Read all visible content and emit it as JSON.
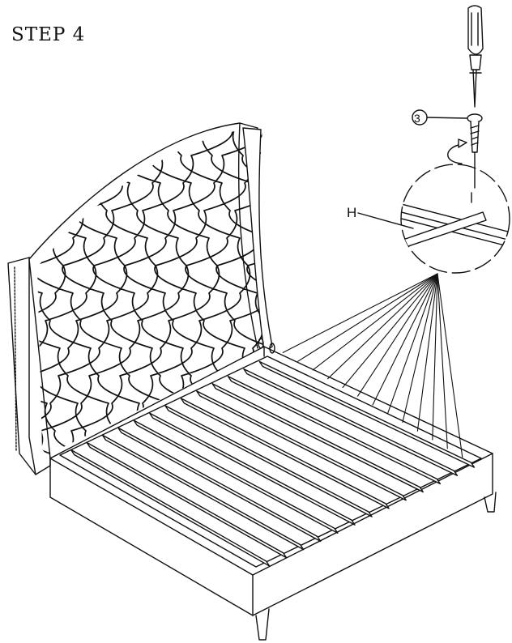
{
  "step_title": "STEP 4",
  "part_label_H": "H",
  "part_label_screw": "3",
  "colors": {
    "line": "#111111",
    "background": "#ffffff"
  },
  "icons": [
    "screwdriver-icon",
    "rotate-arrow-icon",
    "screw-icon"
  ],
  "slat_count": 13
}
